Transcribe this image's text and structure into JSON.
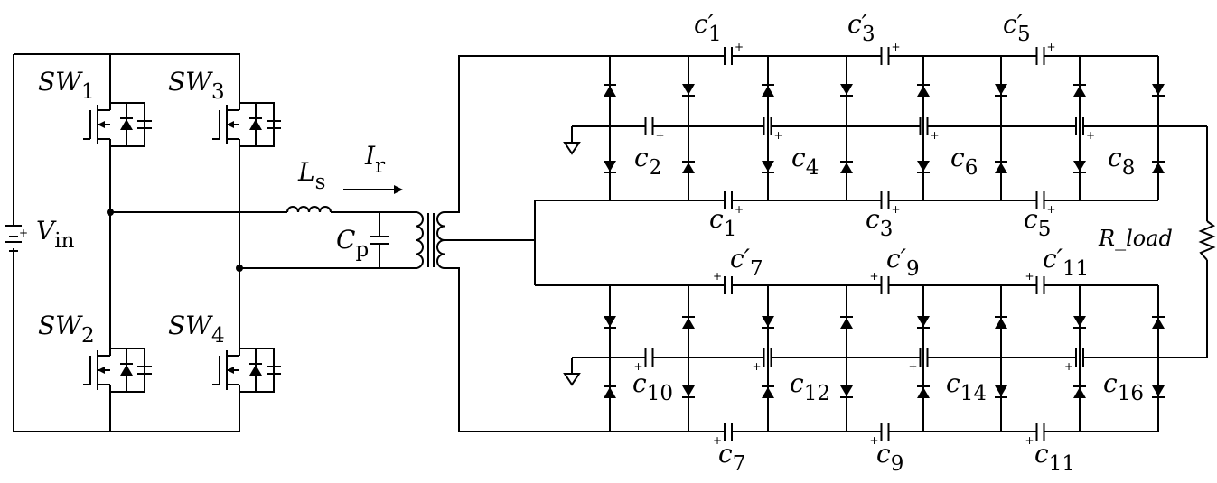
{
  "labels": {
    "vin": {
      "main": "V",
      "sub": "in"
    },
    "ls": {
      "main": "L",
      "sub": "s"
    },
    "ir": {
      "main": "I",
      "sub": "r"
    },
    "cp": {
      "main": "C",
      "sub": "p"
    },
    "rload": "R_load",
    "switches": [
      {
        "main": "SW",
        "sub": "1"
      },
      {
        "main": "SW",
        "sub": "3"
      },
      {
        "main": "SW",
        "sub": "2"
      },
      {
        "main": "SW",
        "sub": "4"
      }
    ],
    "cap_prime_top": [
      {
        "main": "c′",
        "sub": "1"
      },
      {
        "main": "c′",
        "sub": "3"
      },
      {
        "main": "c′",
        "sub": "5"
      }
    ],
    "cap_mid_top": [
      {
        "main": "c",
        "sub": "1"
      },
      {
        "main": "c",
        "sub": "3"
      },
      {
        "main": "c",
        "sub": "5"
      }
    ],
    "cap_even_top": [
      {
        "main": "c",
        "sub": "2"
      },
      {
        "main": "c",
        "sub": "4"
      },
      {
        "main": "c",
        "sub": "6"
      },
      {
        "main": "c",
        "sub": "8"
      }
    ],
    "cap_prime_bot": [
      {
        "main": "c′",
        "sub": "7"
      },
      {
        "main": "c′",
        "sub": "9"
      },
      {
        "main": "c′",
        "sub": "11"
      }
    ],
    "cap_even_bot": [
      {
        "main": "c",
        "sub": "10"
      },
      {
        "main": "c",
        "sub": "12"
      },
      {
        "main": "c",
        "sub": "14"
      },
      {
        "main": "c",
        "sub": "16"
      }
    ],
    "cap_bot": [
      {
        "main": "c",
        "sub": "7"
      },
      {
        "main": "c",
        "sub": "9"
      },
      {
        "main": "c",
        "sub": "11"
      }
    ],
    "plus": "+",
    "vin_plus": "+"
  }
}
